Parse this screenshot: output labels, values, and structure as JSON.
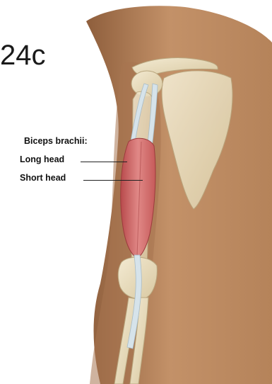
{
  "figure": {
    "label": "24c"
  },
  "labels": {
    "muscle_group": "Biceps brachii:",
    "long_head": "Long head",
    "short_head": "Short head"
  },
  "colors": {
    "skin": "#c08f62",
    "bone": "#ede2c4",
    "muscle": "#d46a68",
    "tendon": "#cfdde4"
  }
}
